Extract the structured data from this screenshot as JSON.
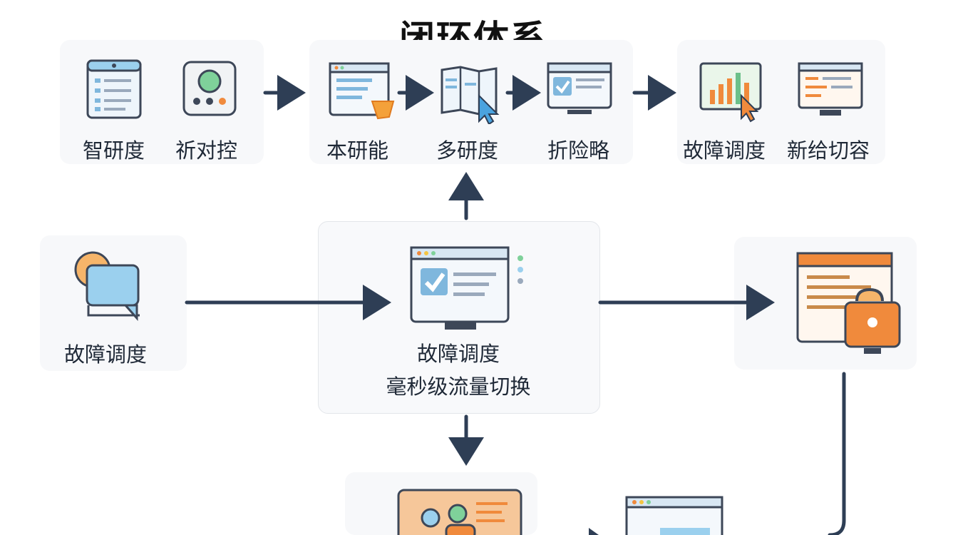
{
  "title": "闭环体系",
  "top_row": {
    "group1": [
      "智研度",
      "祈对控"
    ],
    "group2": [
      "本研能",
      "多研度",
      "折险略"
    ],
    "group3": [
      "故障调度",
      "新给切容"
    ]
  },
  "middle": {
    "left_label": "故障调度",
    "center_line1": "故障调度",
    "center_line2": "毫秒级流量切换"
  },
  "colors": {
    "arrow": "#2e3e55",
    "accent_orange": "#f08a3c",
    "accent_blue": "#8cc8e8",
    "icon_outline": "#3d4758"
  }
}
